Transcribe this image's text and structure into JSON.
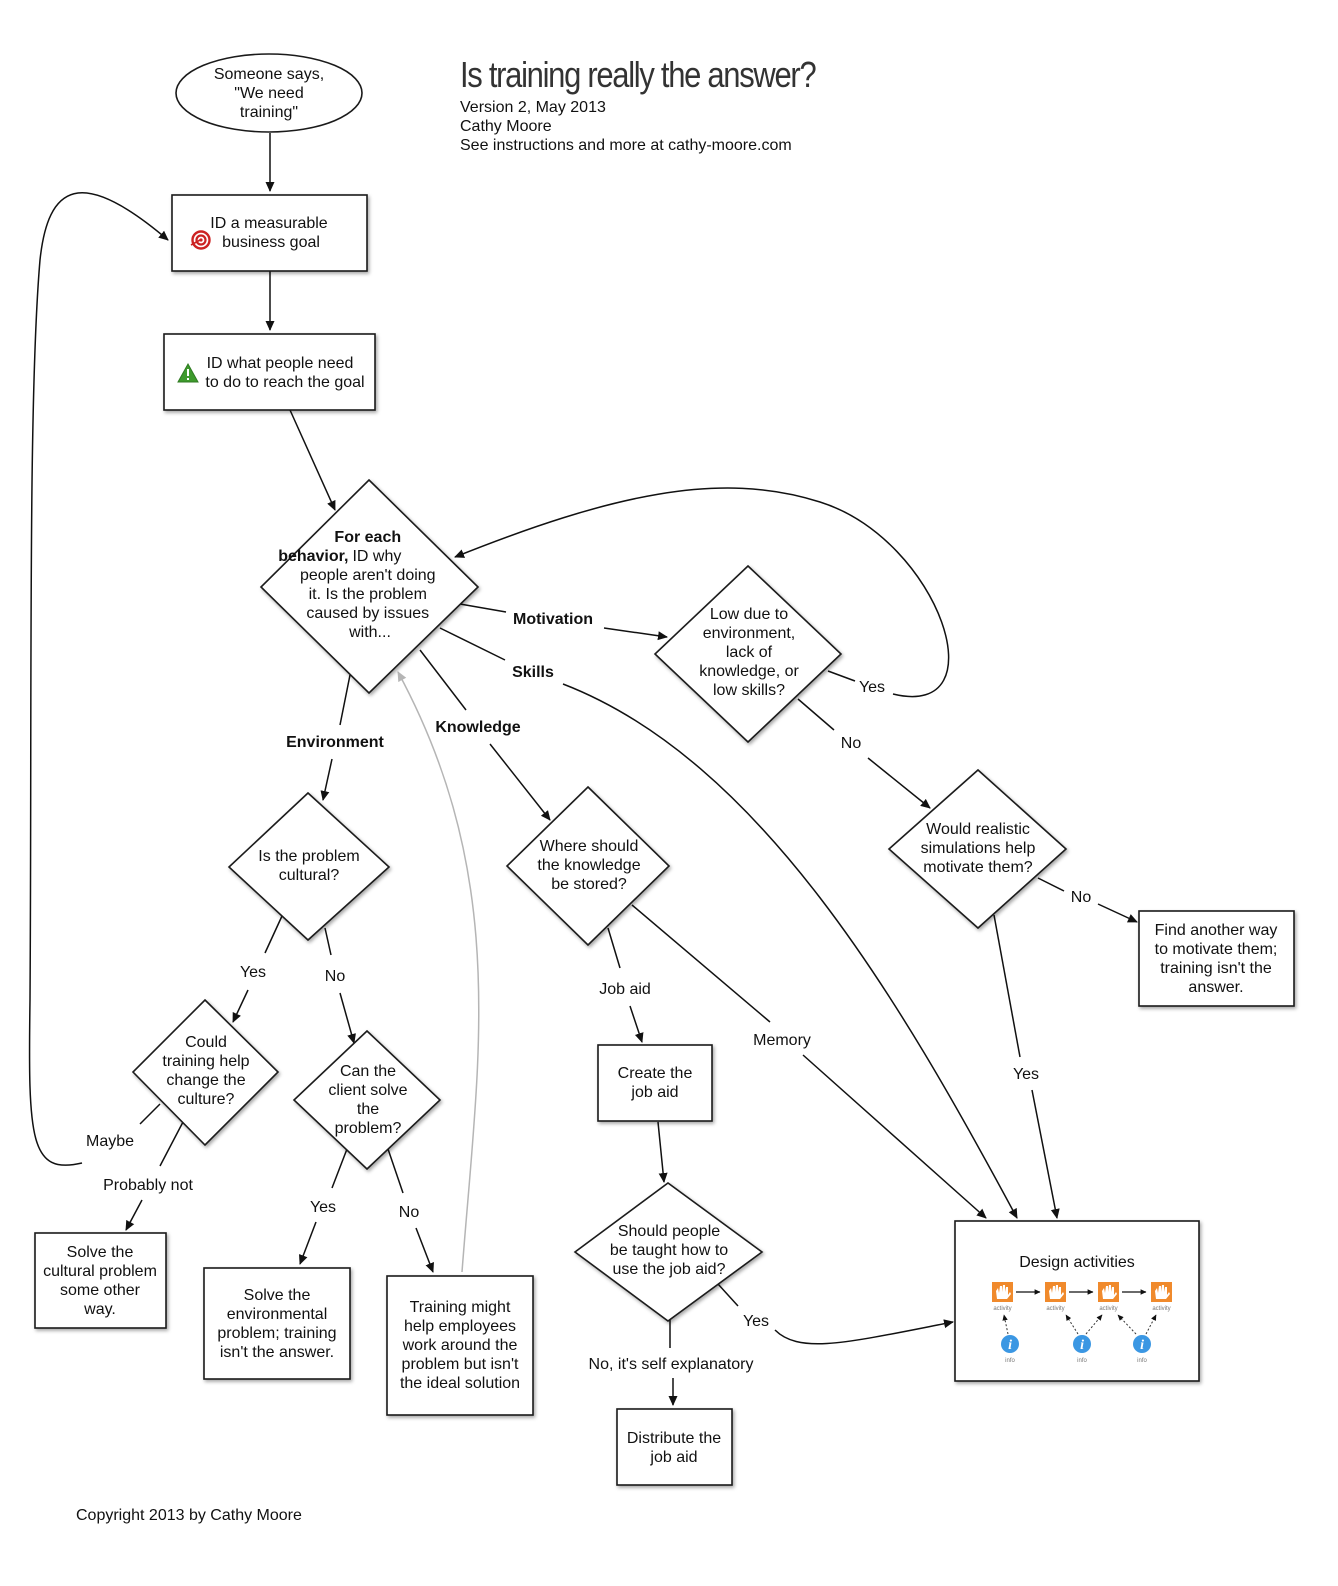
{
  "header": {
    "title": "Is training really the answer?",
    "version": "Version 2, May 2013",
    "author": "Cathy Moore",
    "instructions": "See instructions and more at cathy-moore.com"
  },
  "footer": {
    "copyright": "Copyright 2013 by Cathy Moore"
  },
  "nodes": {
    "start": {
      "lines": [
        "Someone says,",
        "\"We need",
        "training\""
      ]
    },
    "goal": {
      "lines": [
        "ID a measurable",
        "business goal"
      ],
      "icon": "target-icon"
    },
    "actions": {
      "lines": [
        "ID what people need",
        "to do to reach the goal"
      ],
      "icon": "warning-triangle-icon"
    },
    "why": {
      "bold_lines": [
        "For each",
        "behavior,"
      ],
      "lines": [
        "ID why",
        "people aren't doing",
        "it. Is the problem",
        "caused by issues",
        "with..."
      ]
    },
    "cultural": {
      "lines": [
        "Is the problem",
        "cultural?"
      ]
    },
    "change_culture": {
      "lines": [
        "Could",
        "training help",
        "change the",
        "culture?"
      ]
    },
    "client_solve": {
      "lines": [
        "Can the",
        "client solve",
        "the",
        "problem?"
      ]
    },
    "knowledge_store": {
      "lines": [
        "Where should",
        "the knowledge",
        "be stored?"
      ]
    },
    "motivation_low": {
      "lines": [
        "Low due to",
        "environment,",
        "lack of",
        "knowledge, or",
        "low skills?"
      ]
    },
    "simulations": {
      "lines": [
        "Would realistic",
        "simulations help",
        "motivate them?"
      ]
    },
    "another_way": {
      "lines": [
        "Find another way",
        "to motivate them;",
        "training isn't the",
        "answer."
      ]
    },
    "solve_cultural": {
      "lines": [
        "Solve the",
        "cultural problem",
        "some other",
        "way."
      ]
    },
    "solve_env": {
      "lines": [
        "Solve the",
        "environmental",
        "problem; training",
        "isn't the answer."
      ]
    },
    "training_might": {
      "lines": [
        "Training might",
        "help employees",
        "work around the",
        "problem but isn't",
        "the ideal solution"
      ]
    },
    "create_job_aid": {
      "lines": [
        "Create the",
        "job aid"
      ]
    },
    "taught_job_aid": {
      "lines": [
        "Should people",
        "be taught how to",
        "use the job aid?"
      ]
    },
    "distribute_job_aid": {
      "lines": [
        "Distribute the",
        "job aid"
      ]
    },
    "design_activities": {
      "title": "Design activities",
      "activity_label": "activity",
      "info_label": "info",
      "info_glyph": "i"
    }
  },
  "edge_labels": {
    "motivation": "Motivation",
    "skills": "Skills",
    "knowledge": "Knowledge",
    "environment": "Environment",
    "low_yes": "Yes",
    "low_no": "No",
    "sim_no": "No",
    "sim_yes": "Yes",
    "cultural_yes": "Yes",
    "cultural_no": "No",
    "maybe": "Maybe",
    "probably_not": "Probably not",
    "client_yes": "Yes",
    "client_no": "No",
    "job_aid": "Job aid",
    "memory": "Memory",
    "taught_yes": "Yes",
    "self_explanatory": "No, it's self explanatory"
  },
  "colors": {
    "activity": "#f08a2c",
    "info": "#3b97e3",
    "target": "#cc2222",
    "warning": "#3d9a2c"
  }
}
